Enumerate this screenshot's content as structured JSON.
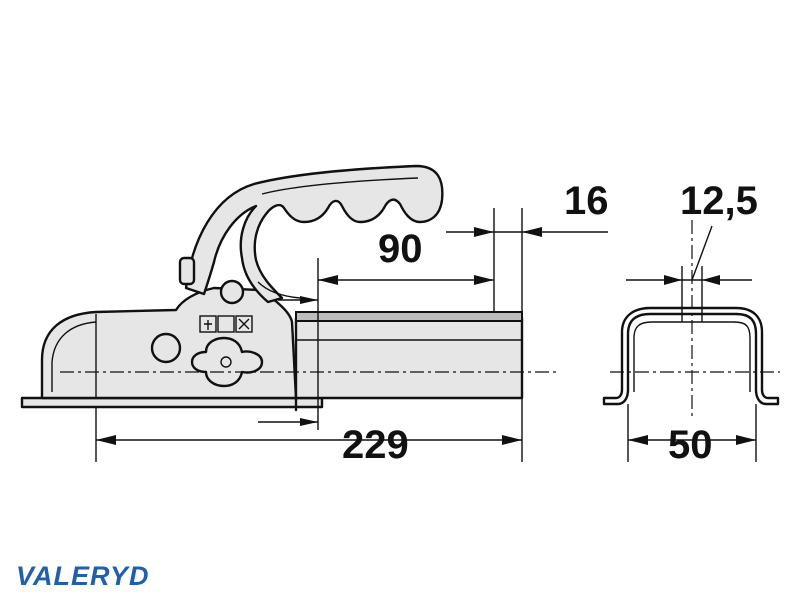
{
  "brand": {
    "name": "VALERYD",
    "color": "#1f5fae"
  },
  "dimensions": {
    "overall_length": "229",
    "socket_depth": "90",
    "wall_offset": "16",
    "slot_width": "12,5",
    "socket_width": "50"
  },
  "colors": {
    "line": "#111111",
    "fill": "#e6e6e6",
    "background": "#ffffff"
  }
}
